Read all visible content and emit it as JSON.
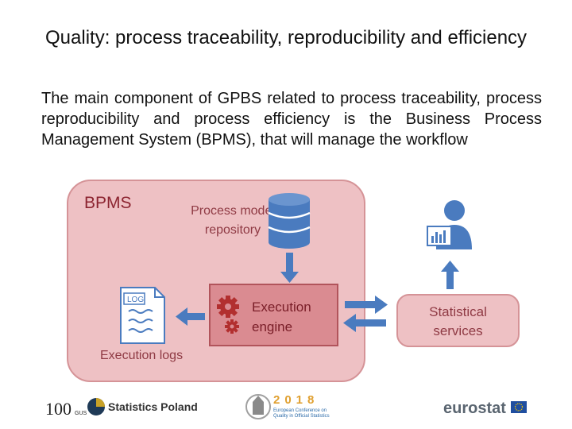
{
  "title": "Quality: process traceability, reproducibility and efficiency",
  "body_text": "The main component of GPBS related to process traceability, process reproducibility and process efficiency is the Business Process Management System (BPMS), that will manage the workflow",
  "diagram": {
    "bpms_label": "BPMS",
    "repository_label": "Process model repository",
    "execution_engine_label": "Execution engine",
    "execution_logs_label": "Execution logs",
    "log_doc_label": "LOG",
    "statistical_services_label": "Statistical services"
  },
  "footer": {
    "centenary_logo_text": "100",
    "centenary_logo_sub": "GUS",
    "statistics_poland_label": "Statistics Poland",
    "conference_year": "2018",
    "conference_subtitle": "European Conference on Quality in Official Statistics",
    "eurostat_label": "eurostat"
  },
  "colors": {
    "bpms_fill": "#eec1c4",
    "engine_fill": "#da8b91",
    "arrow_blue": "#4a7bbf",
    "icon_blue": "#4a7bbf",
    "label_red": "#8f3a44"
  }
}
